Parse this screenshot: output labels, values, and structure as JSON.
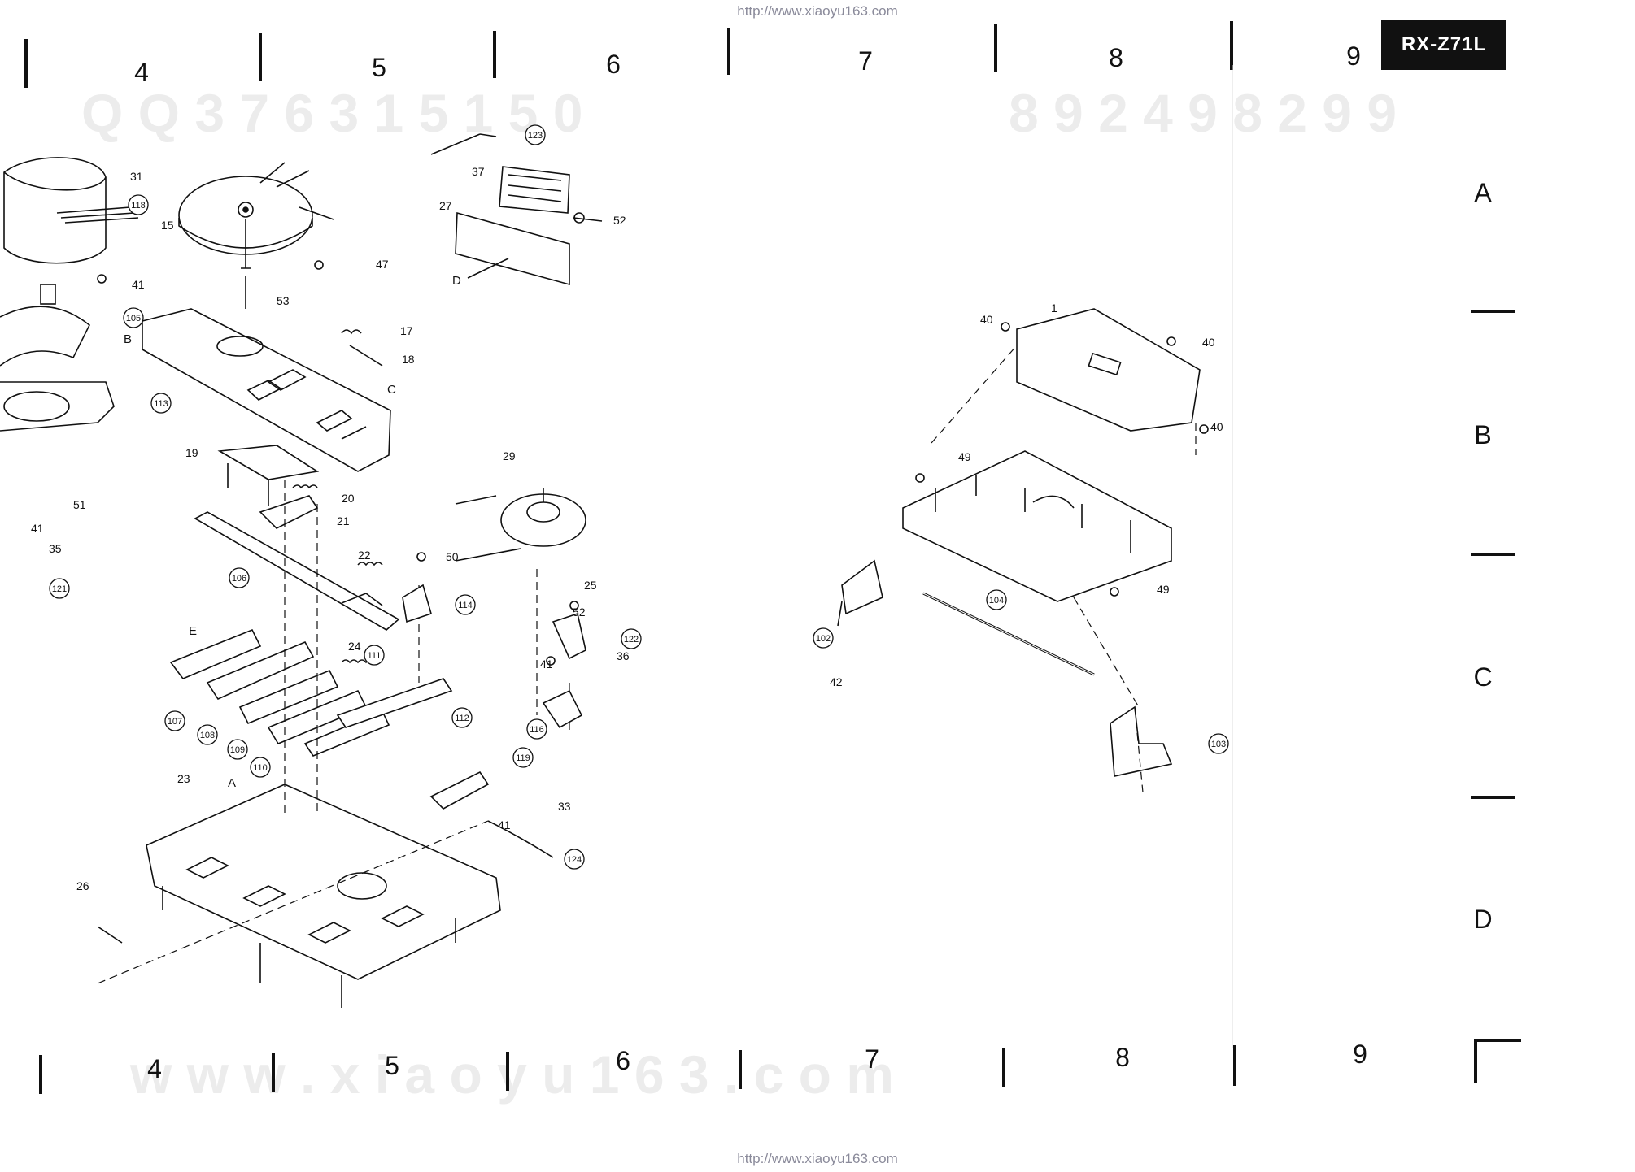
{
  "page": {
    "url_top": "http://www.xiaoyu163.com",
    "url_bottom": "http://www.xiaoyu163.com",
    "model_badge": "RX-Z71L",
    "grid_columns_top": [
      "4",
      "5",
      "6",
      "7",
      "8",
      "9"
    ],
    "grid_columns_bottom": [
      "4",
      "5",
      "6",
      "7",
      "8",
      "9"
    ],
    "grid_rows": [
      "A",
      "B",
      "C",
      "D"
    ],
    "watermark_top_left": "Q Q 3 7 6 3 1 5 1 5 0",
    "watermark_top_right": "8 9 2 4 9 8 2 9 9",
    "watermark_bottom": "w w w . x i a o y u 1 6 3 . c o m"
  },
  "parts": {
    "circled": [
      "123",
      "118",
      "105",
      "113",
      "106",
      "114",
      "111",
      "122",
      "107",
      "108",
      "109",
      "110",
      "112",
      "116",
      "119",
      "124",
      "121",
      "102",
      "104",
      "103"
    ],
    "plain": [
      "31",
      "15",
      "37",
      "27",
      "52",
      "41",
      "47",
      "53",
      "17",
      "18",
      "19",
      "20",
      "21",
      "22",
      "29",
      "50",
      "25",
      "24",
      "36",
      "23",
      "33",
      "26",
      "51",
      "35",
      "1",
      "40",
      "49",
      "42"
    ],
    "reference_letters": [
      "A",
      "B",
      "C",
      "D",
      "E"
    ]
  }
}
